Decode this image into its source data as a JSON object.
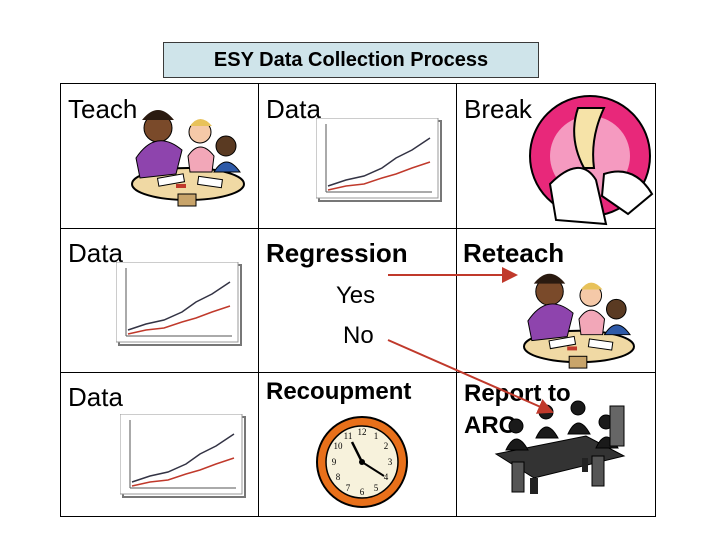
{
  "title": "ESY Data Collection Process",
  "cells": {
    "r1c1": "Teach",
    "r1c2": "Data",
    "r1c3": "Break",
    "r2c1": "Data",
    "r2c2": "Regression",
    "r2c3": "Reteach",
    "r3c1": "Data",
    "r3c2": "Recoupment",
    "r3c3_line1": "Report to",
    "r3c3_line2": "ARC"
  },
  "options": {
    "yes": "Yes",
    "no": "No"
  },
  "colors": {
    "title_bg": "#cfe4ea",
    "arrow": "#c0392b"
  },
  "icons": [
    "teaching-clipart",
    "line-graph-clipart",
    "broken-bone-clipart",
    "clock-clipart",
    "meeting-clipart"
  ]
}
